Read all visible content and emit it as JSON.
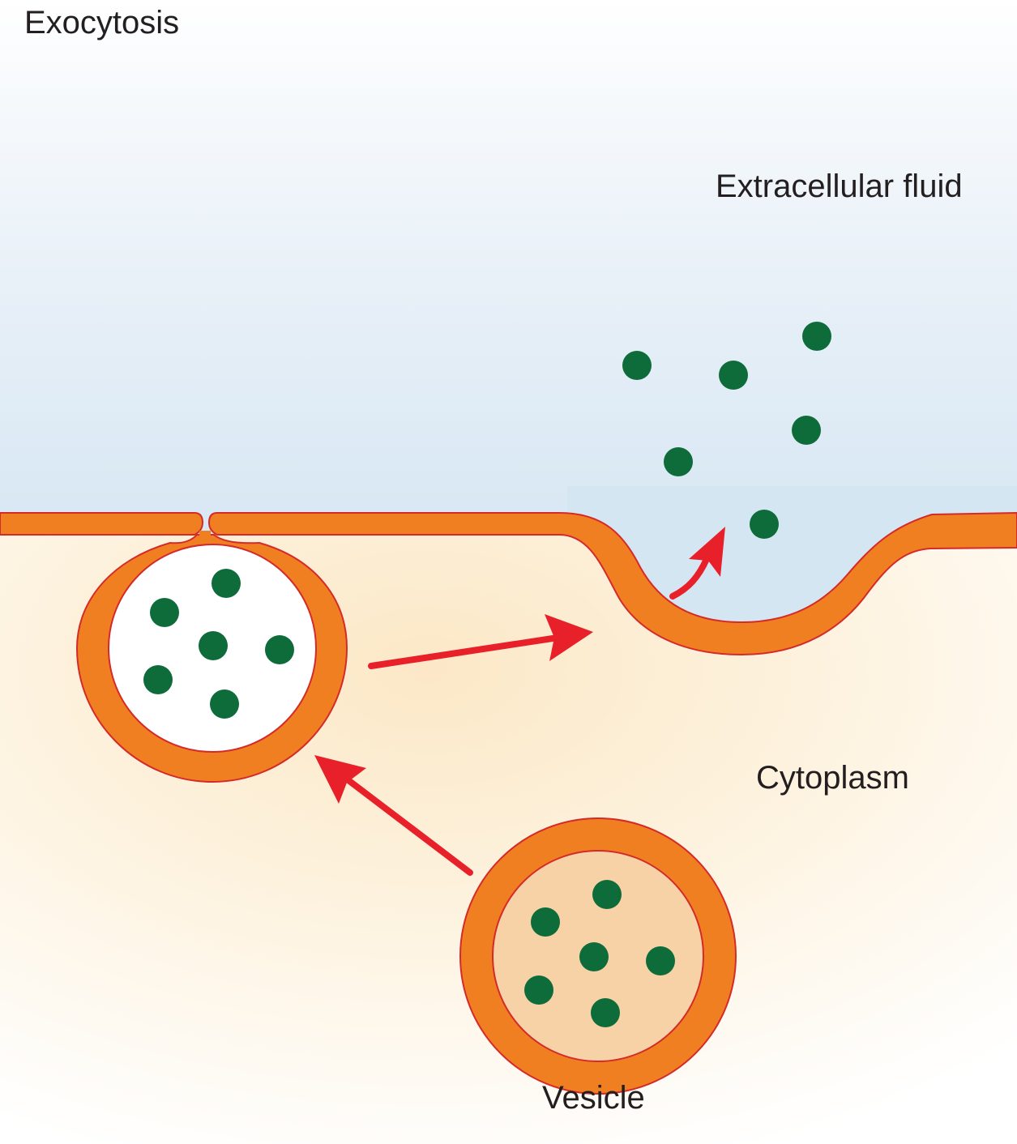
{
  "title": "Exocytosis",
  "labels": {
    "extracellular": "Extracellular fluid",
    "cytoplasm": "Cytoplasm",
    "vesicle": "Vesicle"
  },
  "colors": {
    "membrane": "#f07f22",
    "membrane_edge": "#d42a2a",
    "molecule": "#0e6b3a",
    "arrow": "#e8202a",
    "vesicle_interior": "#f7d2a6",
    "extracellular_fluid": "#d7e7f3",
    "cytoplasm": "#fdf0d8"
  }
}
